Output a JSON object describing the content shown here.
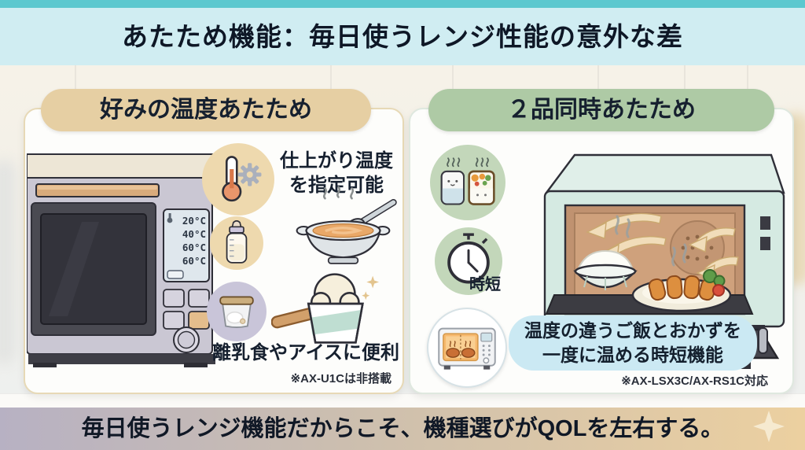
{
  "header": {
    "title": "あたため機能：毎日使うレンジ性能の意外な差"
  },
  "left_panel": {
    "title": "好みの温度あたため",
    "display_temps": [
      "20°C",
      "40°C",
      "60°C",
      "60°C"
    ],
    "feature1_line1": "仕上がり温度",
    "feature1_line2": "を指定可能",
    "feature2": "離乳食やアイスに便利",
    "note": "※AX-U1Cは非搭載"
  },
  "right_panel": {
    "title": "２品同時あたため",
    "timer_label": "時短",
    "feature_line1": "温度の違うご飯とおかずを",
    "feature_line2": "一度に温める時短機能",
    "note": "※AX-LSX3C/AX-RS1C対応"
  },
  "footer": {
    "message": "毎日使うレンジ機能だからこそ、機種選びがQOLを左右する。"
  },
  "colors": {
    "strip_teal": "#5cc8cf",
    "header_bg": "#d0edf2",
    "left_accent": "#e6cfa3",
    "right_accent": "#aecaa5",
    "info_pill": "#cbe9f3",
    "footer_left": "#b7b1c3",
    "footer_right": "#ecd0a0"
  }
}
